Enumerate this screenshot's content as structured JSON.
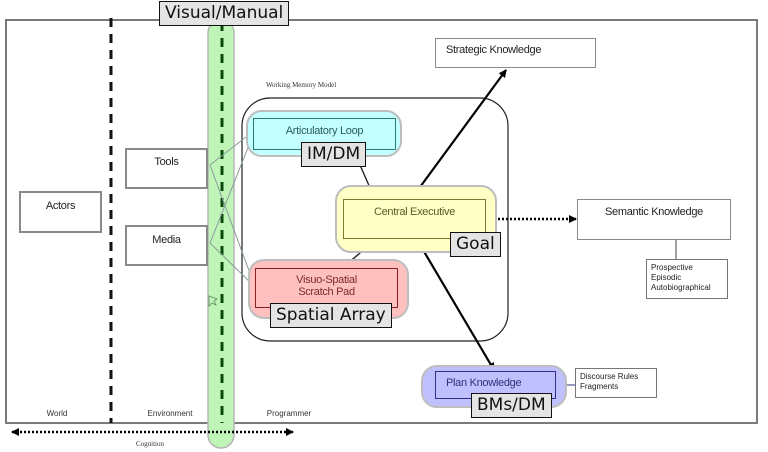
{
  "diagram": {
    "zones": {
      "world": "World",
      "environment": "Environment",
      "programmer": "Programmer"
    },
    "cognition_label": "Cognition",
    "working_memory_title": "Working Memory Model",
    "nodes": {
      "actors": "Actors",
      "tools": "Tools",
      "media": "Media",
      "articulatory_loop": "Articulatory Loop",
      "central_executive": "Central Executive",
      "visuo_spatial_line1": "Visuo-Spatial",
      "visuo_spatial_line2": "Scratch Pad",
      "strategic_knowledge": "Strategic Knowledge",
      "semantic_knowledge": "Semantic Knowledge",
      "plan_knowledge": "Plan Knowledge"
    },
    "semantic_subtypes": [
      "Prospective",
      "Episodic",
      "Autobiographical"
    ],
    "plan_subtypes": [
      "Discourse Rules",
      "Fragments"
    ],
    "tags": {
      "visual_manual": "Visual/Manual",
      "im_dm": "IM/DM",
      "goal": "Goal",
      "spatial_array": "Spatial Array",
      "bms_dm": "BMs/DM"
    },
    "colors": {
      "articulatory_fill": "#c4ffff",
      "articulatory_border": "#2a7a7a",
      "central_fill": "#ffffc6",
      "central_border": "#7a7a30",
      "visuo_fill": "#ffc0c0",
      "visuo_border": "#8a2020",
      "plan_fill": "#c0c0ff",
      "plan_border": "#30308a",
      "visual_channel": "#c0f5b8"
    }
  }
}
